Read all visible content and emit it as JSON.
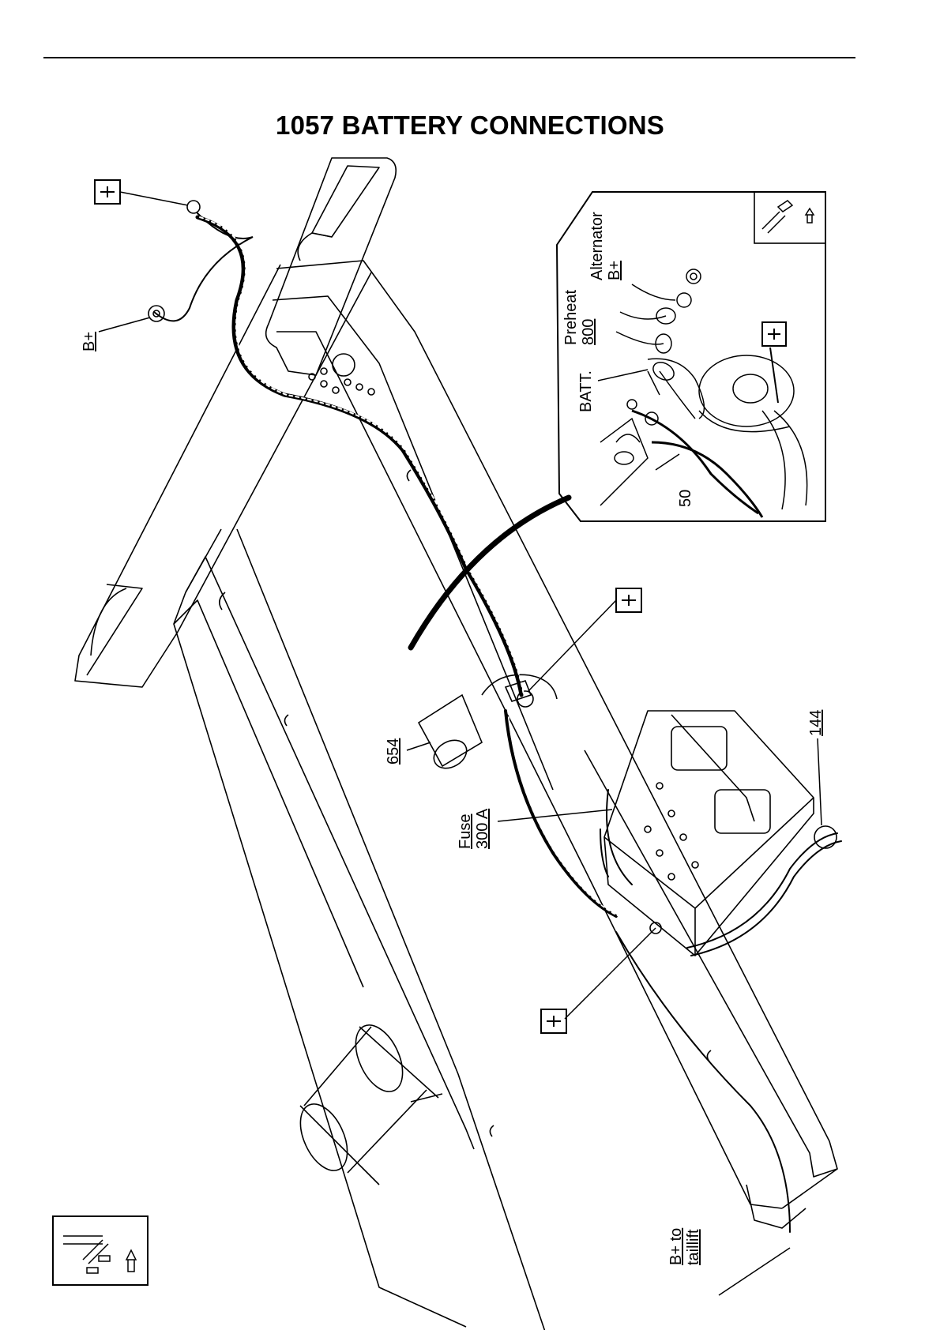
{
  "title": "1057 BATTERY CONNECTIONS",
  "labels": {
    "b_plus": "B+",
    "ground_symbol": "⊥",
    "preheat": "Preheat",
    "preheat_num": "800",
    "alternator": "Alternator",
    "alternator_b": "B+",
    "batt": "BATT.",
    "num_50": "50",
    "num_654": "654",
    "fuse": "Fuse",
    "fuse_rating": "300 A",
    "num_144": "144",
    "b_plus_to": "B+ to",
    "taillift": "taillift"
  },
  "colors": {
    "line": "#000000",
    "background": "#ffffff"
  }
}
